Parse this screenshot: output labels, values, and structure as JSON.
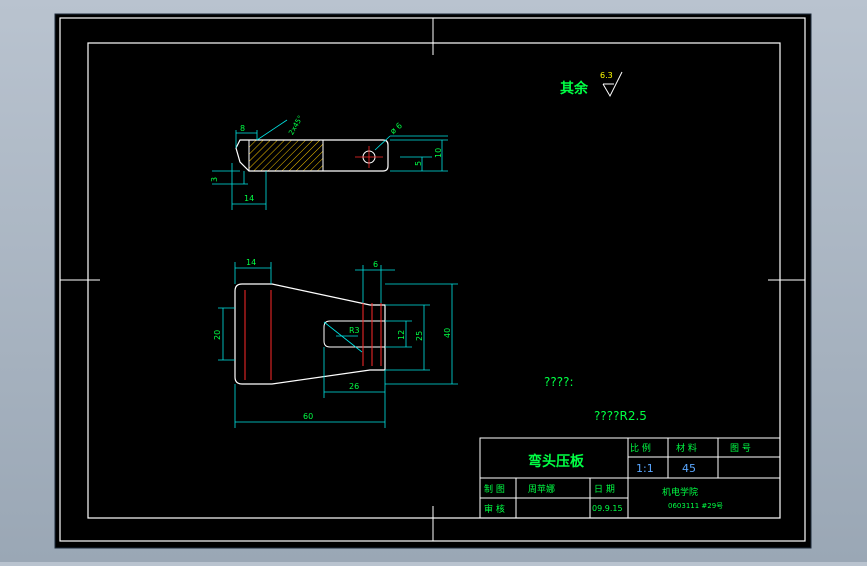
{
  "drawing": {
    "colors": {
      "paper": "#000000",
      "border": "#ffffff",
      "outline": "#ffffff",
      "dimension": "#00e5e5",
      "centerline": "#ff2a2a",
      "text_green": "#00ff44",
      "text_yellow": "#ffff00",
      "hatch": "#f3c300",
      "blue": "#5aa7ff"
    },
    "surface_note": {
      "label": "其余",
      "value": "6.3"
    },
    "notes": {
      "line1": "????:",
      "line2": "????R2.5"
    },
    "side_view": {
      "dims": {
        "top_width": "8",
        "angle": "2x45°",
        "hole_dia": "ø 6",
        "height_small": "5",
        "height_total": "10",
        "bottom_offset": "3",
        "bottom_width": "14"
      }
    },
    "top_view": {
      "dims": {
        "top_left_width": "14",
        "slot_width": "6",
        "left_height": "20",
        "slot_radius": "R3",
        "slot_height": "12",
        "inner_height": "25",
        "total_height": "40",
        "slot_length": "26",
        "total_length": "60"
      }
    },
    "title_block": {
      "part_name": "弯头压板",
      "headers": {
        "scale": "比 例",
        "material": "材 料",
        "drawing_no": "图 号"
      },
      "values": {
        "scale": "1:1",
        "material": "45",
        "drawing_no": ""
      },
      "rows": {
        "drawn_label": "制 图",
        "drawn_name": "周苹娜",
        "date_label": "日 期",
        "checked_label": "审 核",
        "date_value": "09.9.15"
      },
      "org": {
        "line1": "机电学院",
        "line2": "0603111 #29号"
      }
    }
  }
}
